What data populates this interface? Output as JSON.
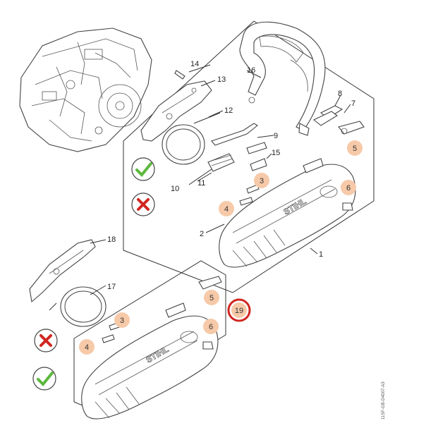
{
  "labels": {
    "n1": "1",
    "n2": "2",
    "n3a": "3",
    "n4a": "4",
    "n5a": "5",
    "n6a": "6",
    "n7": "7",
    "n8": "8",
    "n9": "9",
    "n10": "10",
    "n11": "11",
    "n12": "12",
    "n13": "13",
    "n14": "14",
    "n15": "15",
    "n16": "16",
    "n17": "17",
    "n18": "18",
    "n19": "19",
    "n3b": "3",
    "n4b": "4",
    "n5b": "5",
    "n6b": "6"
  },
  "brand_top": "STIHL",
  "brand_bottom": "STIHL",
  "drawing_code": "11SF-GB-D4007-A3",
  "colors": {
    "badge_fill": "#f6c9a8",
    "highlight_ring": "#d0261f",
    "check": "#5cb83d",
    "cross": "#d0261f"
  }
}
